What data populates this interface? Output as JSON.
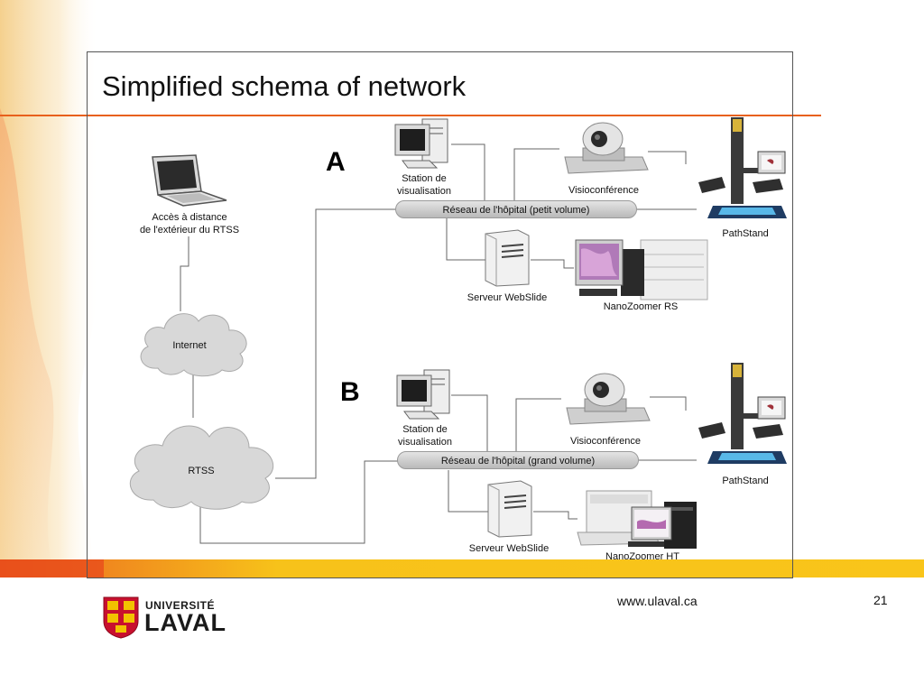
{
  "title": "Simplified schema of network",
  "sections": {
    "a": "A",
    "b": "B"
  },
  "remote": {
    "line1": "Accès à distance",
    "line2": "de l'extérieur du RTSS"
  },
  "clouds": {
    "internet": "Internet",
    "rtss": "RTSS"
  },
  "section_a": {
    "station_line1": "Station de",
    "station_line2": "visualisation",
    "visio": "Visioconférence",
    "network": "Réseau de l'hôpital (petit volume)",
    "pathstand": "PathStand",
    "server": "Serveur WebSlide",
    "scanner": "NanoZoomer RS"
  },
  "section_b": {
    "station_line1": "Station de",
    "station_line2": "visualisation",
    "visio": "Visioconférence",
    "network": "Réseau de l'hôpital (grand volume)",
    "pathstand": "PathStand",
    "server": "Serveur WebSlide",
    "scanner": "NanoZoomer HT"
  },
  "footer": {
    "url": "www.ulaval.ca",
    "page": "21",
    "logo_line1": "UNIVERSITÉ",
    "logo_line2": "LAVAL"
  },
  "colors": {
    "accent_orange": "#e8601c",
    "accent_yellow": "#f7c21a",
    "logo_red": "#c8102e"
  }
}
